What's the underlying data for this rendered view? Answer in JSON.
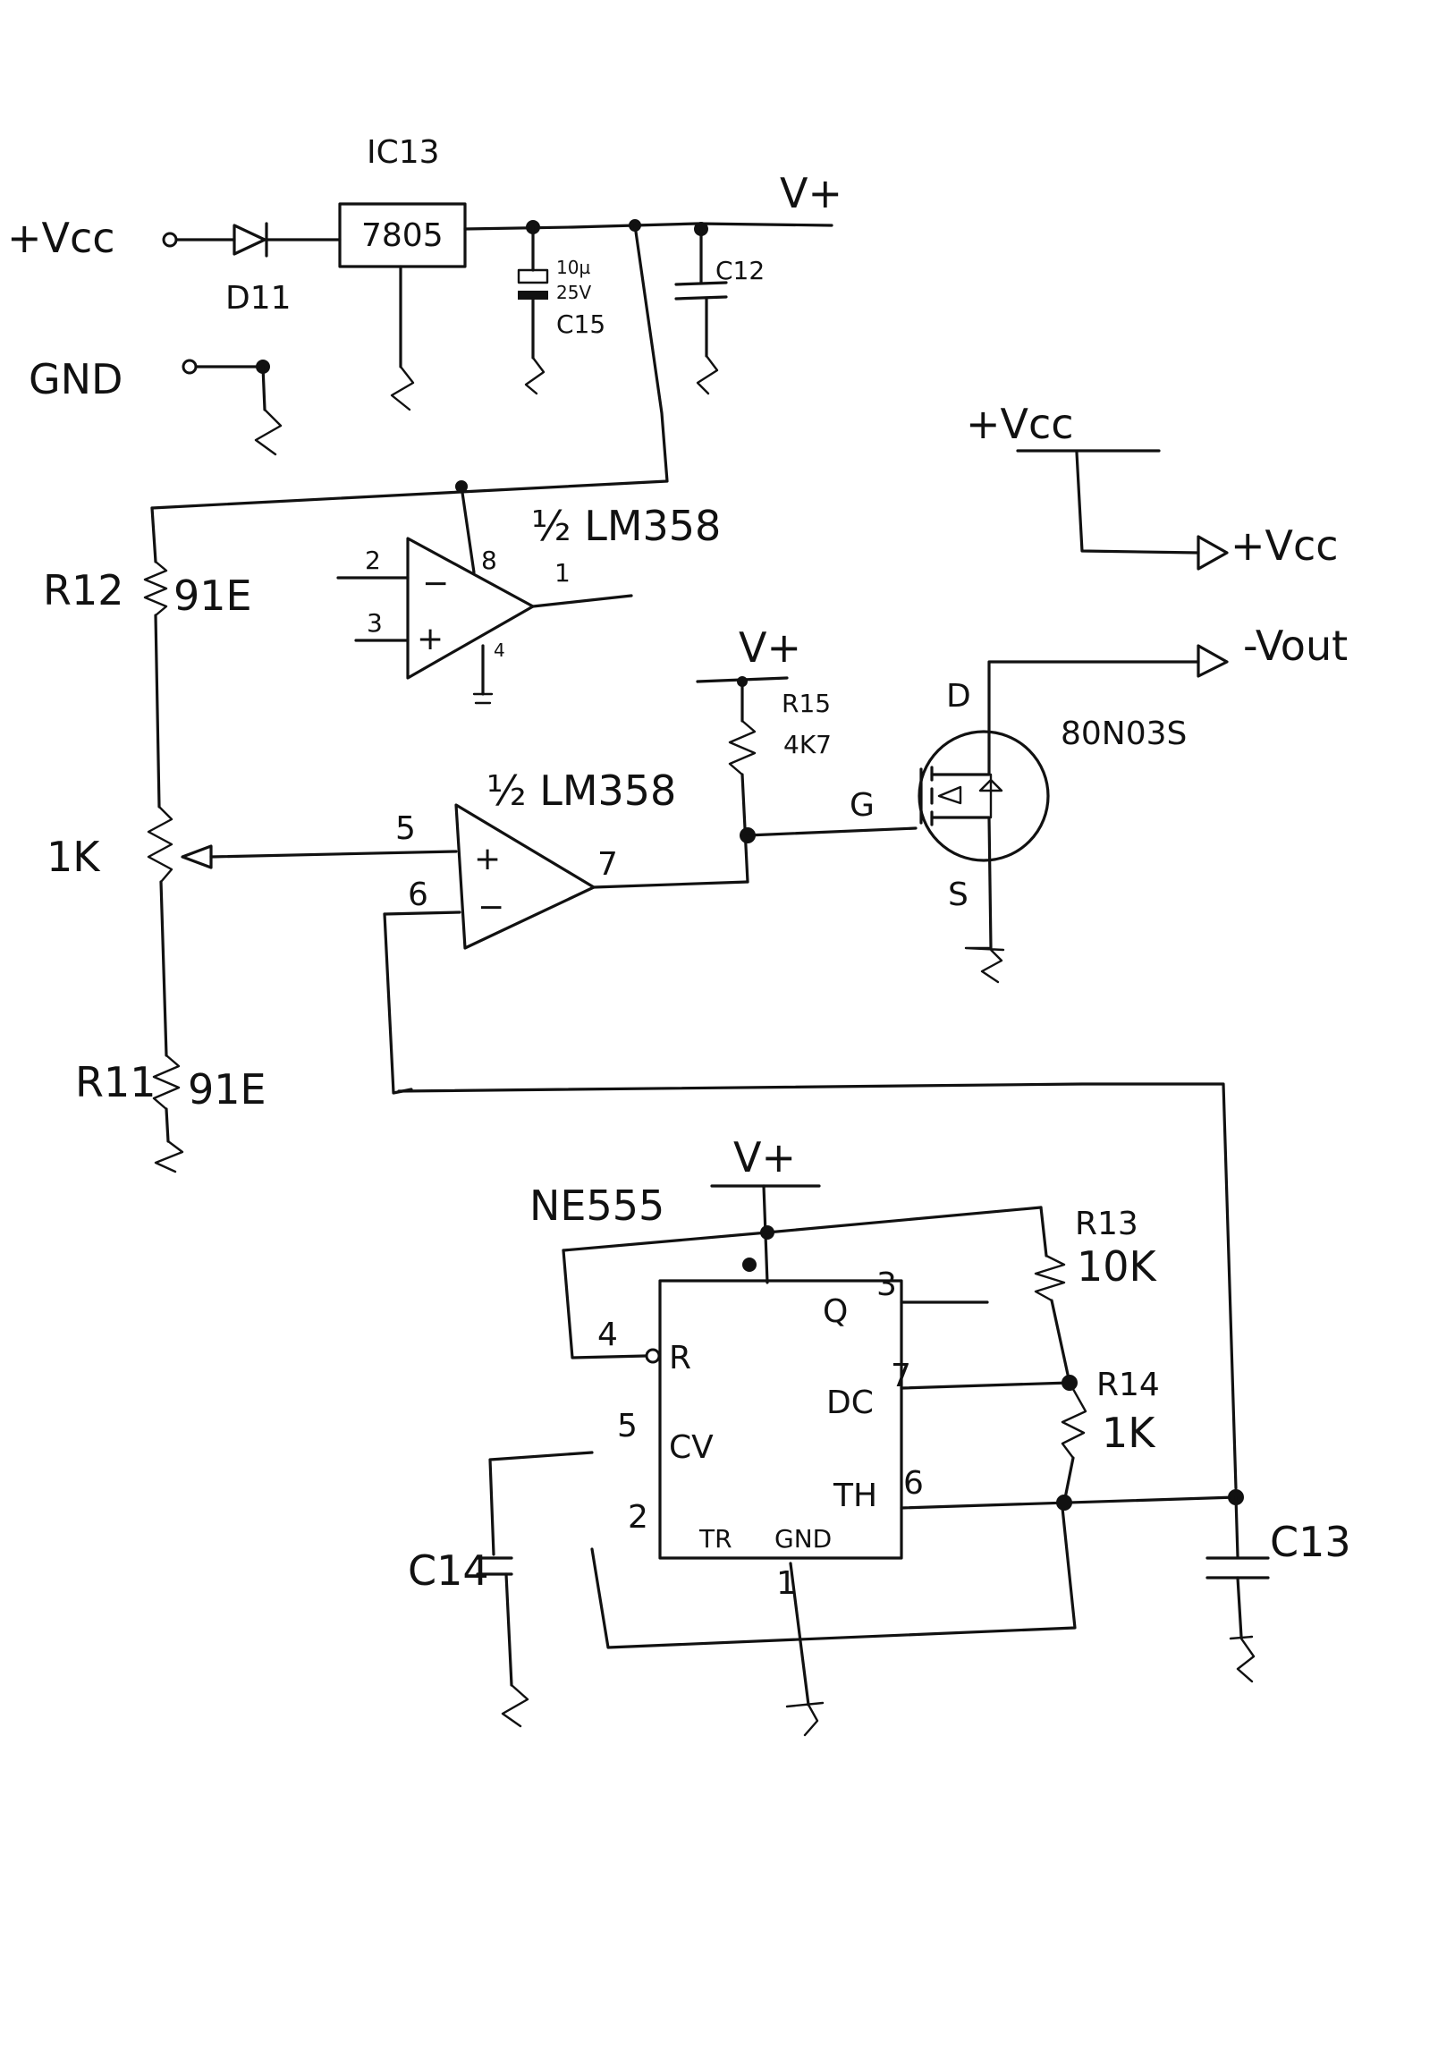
{
  "power": {
    "vcc_in": "+Vcc",
    "gnd_in": "GND",
    "diode": "D11",
    "regulator_ref": "IC13",
    "regulator_part": "7805",
    "cap_c15_value": "10µ",
    "cap_c15_voltage": "25V",
    "cap_c15_ref": "C15",
    "cap_c12_ref": "C12",
    "rail_out": "V+"
  },
  "vcc_bus": {
    "source": "+Vcc",
    "target": "+Vcc"
  },
  "opamp_a": {
    "part": "½ LM358",
    "pin_inv": "2",
    "pin_noninv": "3",
    "pin_vcc": "8",
    "pin_gnd": "4",
    "pin_out": "1",
    "minus": "−",
    "plus": "+"
  },
  "divider": {
    "r12": "R12",
    "r12_value": "91E",
    "pot": "1K",
    "r11": "R11",
    "r11_value": "91E"
  },
  "opamp_b": {
    "part": "½ LM358",
    "pin_noninv": "5",
    "pin_inv": "6",
    "pin_out": "7",
    "plus": "+",
    "minus": "−"
  },
  "gate_drive": {
    "rail": "V+",
    "resistor": "R15",
    "resistor_value": "4K7"
  },
  "mosfet": {
    "part": "80N03S",
    "drain": "D",
    "gate": "G",
    "source": "S",
    "output": "-Vout"
  },
  "timer": {
    "part": "NE555",
    "rail": "V+",
    "pin_reset_num": "4",
    "pin_reset": "R",
    "pin_cv_num": "5",
    "pin_cv": "CV",
    "pin_tr_num": "2",
    "pin_tr": "TR",
    "pin_gnd_num": "1",
    "pin_gnd": "GND",
    "pin_q_num": "3",
    "pin_q": "Q",
    "pin_dc_num": "7",
    "pin_dc": "DC",
    "pin_th_num": "6",
    "pin_th": "TH",
    "r13": "R13",
    "r13_value": "10K",
    "r14": "R14",
    "r14_value": "1K",
    "c13": "C13",
    "c14": "C14"
  }
}
